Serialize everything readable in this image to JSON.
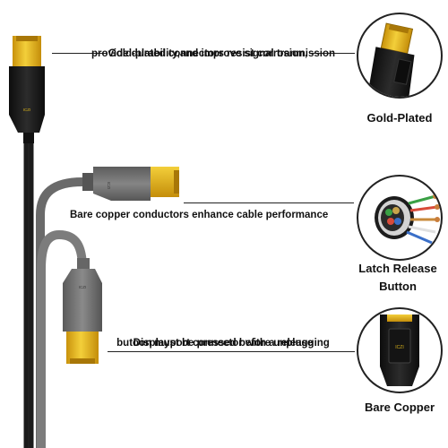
{
  "captions": {
    "gold_plated_line1": "Gold-plated connectors resist corrosion,",
    "gold_plated_line2": "provide durability,and improve signal tranmission",
    "copper": "Bare copper conductors enhance cable performance",
    "latch_line1": "Displayport connector with a release",
    "latch_line2": "butoon must be pressed before unplugging"
  },
  "feature_labels": {
    "gold_plated": "Gold-Plated",
    "latch_release_line1": "Latch Release",
    "latch_release_line2": "Button",
    "bare_copper": "Bare Copper"
  },
  "brand_mark": "ICZI",
  "colors": {
    "connector_gold": "#e7b61c",
    "cable_black": "#1b1b1b",
    "cable_gray": "#7a7a7a",
    "text": "#111111"
  }
}
